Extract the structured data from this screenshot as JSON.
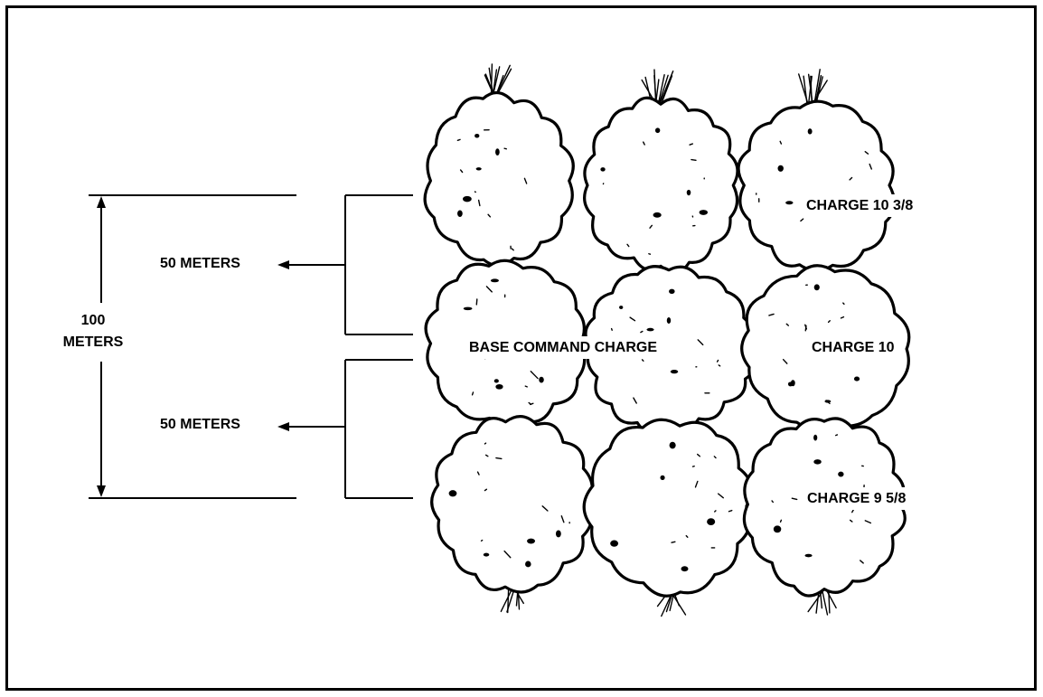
{
  "labels": {
    "total_distance": [
      "100",
      "METERS"
    ],
    "upper_segment": "50 METERS",
    "lower_segment": "50 METERS",
    "charge_top": "CHARGE 10 3/8",
    "charge_middle": "CHARGE 10",
    "charge_bottom": "CHARGE 9 5/8",
    "base_charge": "BASE COMMAND CHARGE"
  },
  "colors": {
    "ink": "#000000",
    "background": "#ffffff"
  },
  "bursts": {
    "rows": 3,
    "columns": 3
  }
}
